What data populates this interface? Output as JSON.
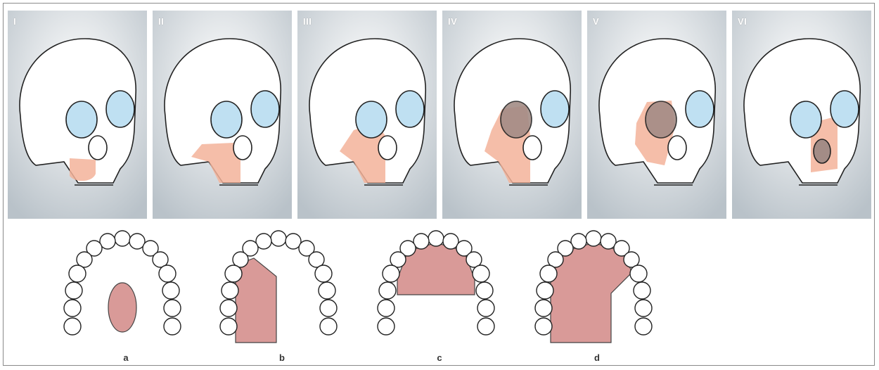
{
  "panels": [
    {
      "label": "I"
    },
    {
      "label": "II"
    },
    {
      "label": "III"
    },
    {
      "label": "IV"
    },
    {
      "label": "V"
    },
    {
      "label": "VI"
    }
  ],
  "arches": [
    {
      "label": "a"
    },
    {
      "label": "b"
    },
    {
      "label": "c"
    },
    {
      "label": "d"
    }
  ],
  "colors": {
    "bone": "#ffffff",
    "outline": "#222222",
    "orbit": "#bfe0f2",
    "resection": "#f3b39a",
    "palate_defect": "#d99a98",
    "panel_bg": "#cfd5da"
  }
}
